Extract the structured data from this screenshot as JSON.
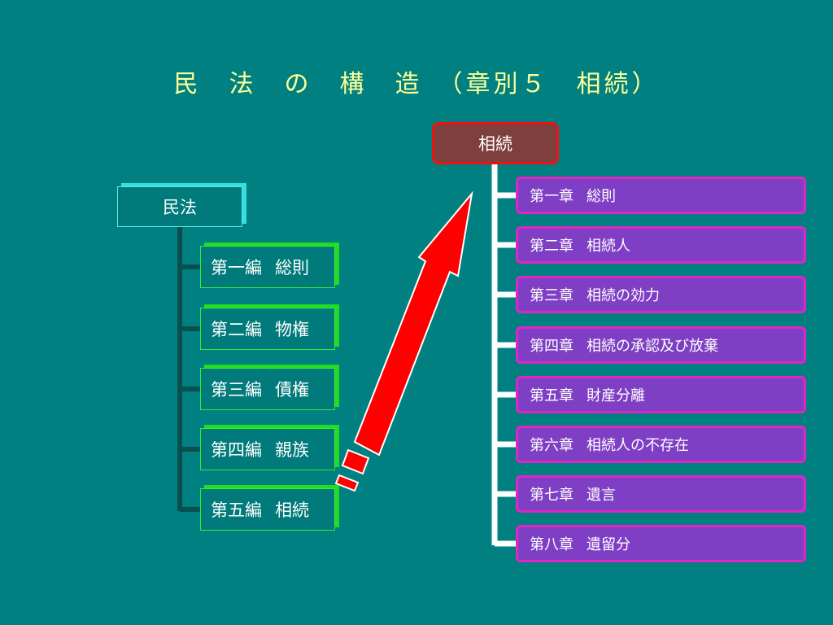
{
  "slide_title": "民　法　の　構　造　（章別５　相続）",
  "civil_code": {
    "label": "民法",
    "books": [
      {
        "number": "第一編",
        "name": "総則"
      },
      {
        "number": "第二編",
        "name": "物権"
      },
      {
        "number": "第三編",
        "name": "債権"
      },
      {
        "number": "第四編",
        "name": "親族"
      },
      {
        "number": "第五編",
        "name": "相続"
      }
    ]
  },
  "inheritance": {
    "label": "相続",
    "chapters": [
      {
        "number": "第一章",
        "name": "総則"
      },
      {
        "number": "第二章",
        "name": "相続人"
      },
      {
        "number": "第三章",
        "name": "相続の効力"
      },
      {
        "number": "第四章",
        "name": "相続の承認及び放棄"
      },
      {
        "number": "第五章",
        "name": "財産分離"
      },
      {
        "number": "第六章",
        "name": "相続人の不存在"
      },
      {
        "number": "第七章",
        "name": "遺言"
      },
      {
        "number": "第八章",
        "name": "遺留分"
      }
    ]
  },
  "colors": {
    "background": "#008080",
    "title_text": "#ffff99",
    "book_border": "#33ee33",
    "chapter_fill": "#7f3fc4",
    "chapter_border": "#e026c0",
    "inheritance_fill": "#7f3f3f",
    "inheritance_border": "#ee1111",
    "arrow": "#ff0000"
  }
}
